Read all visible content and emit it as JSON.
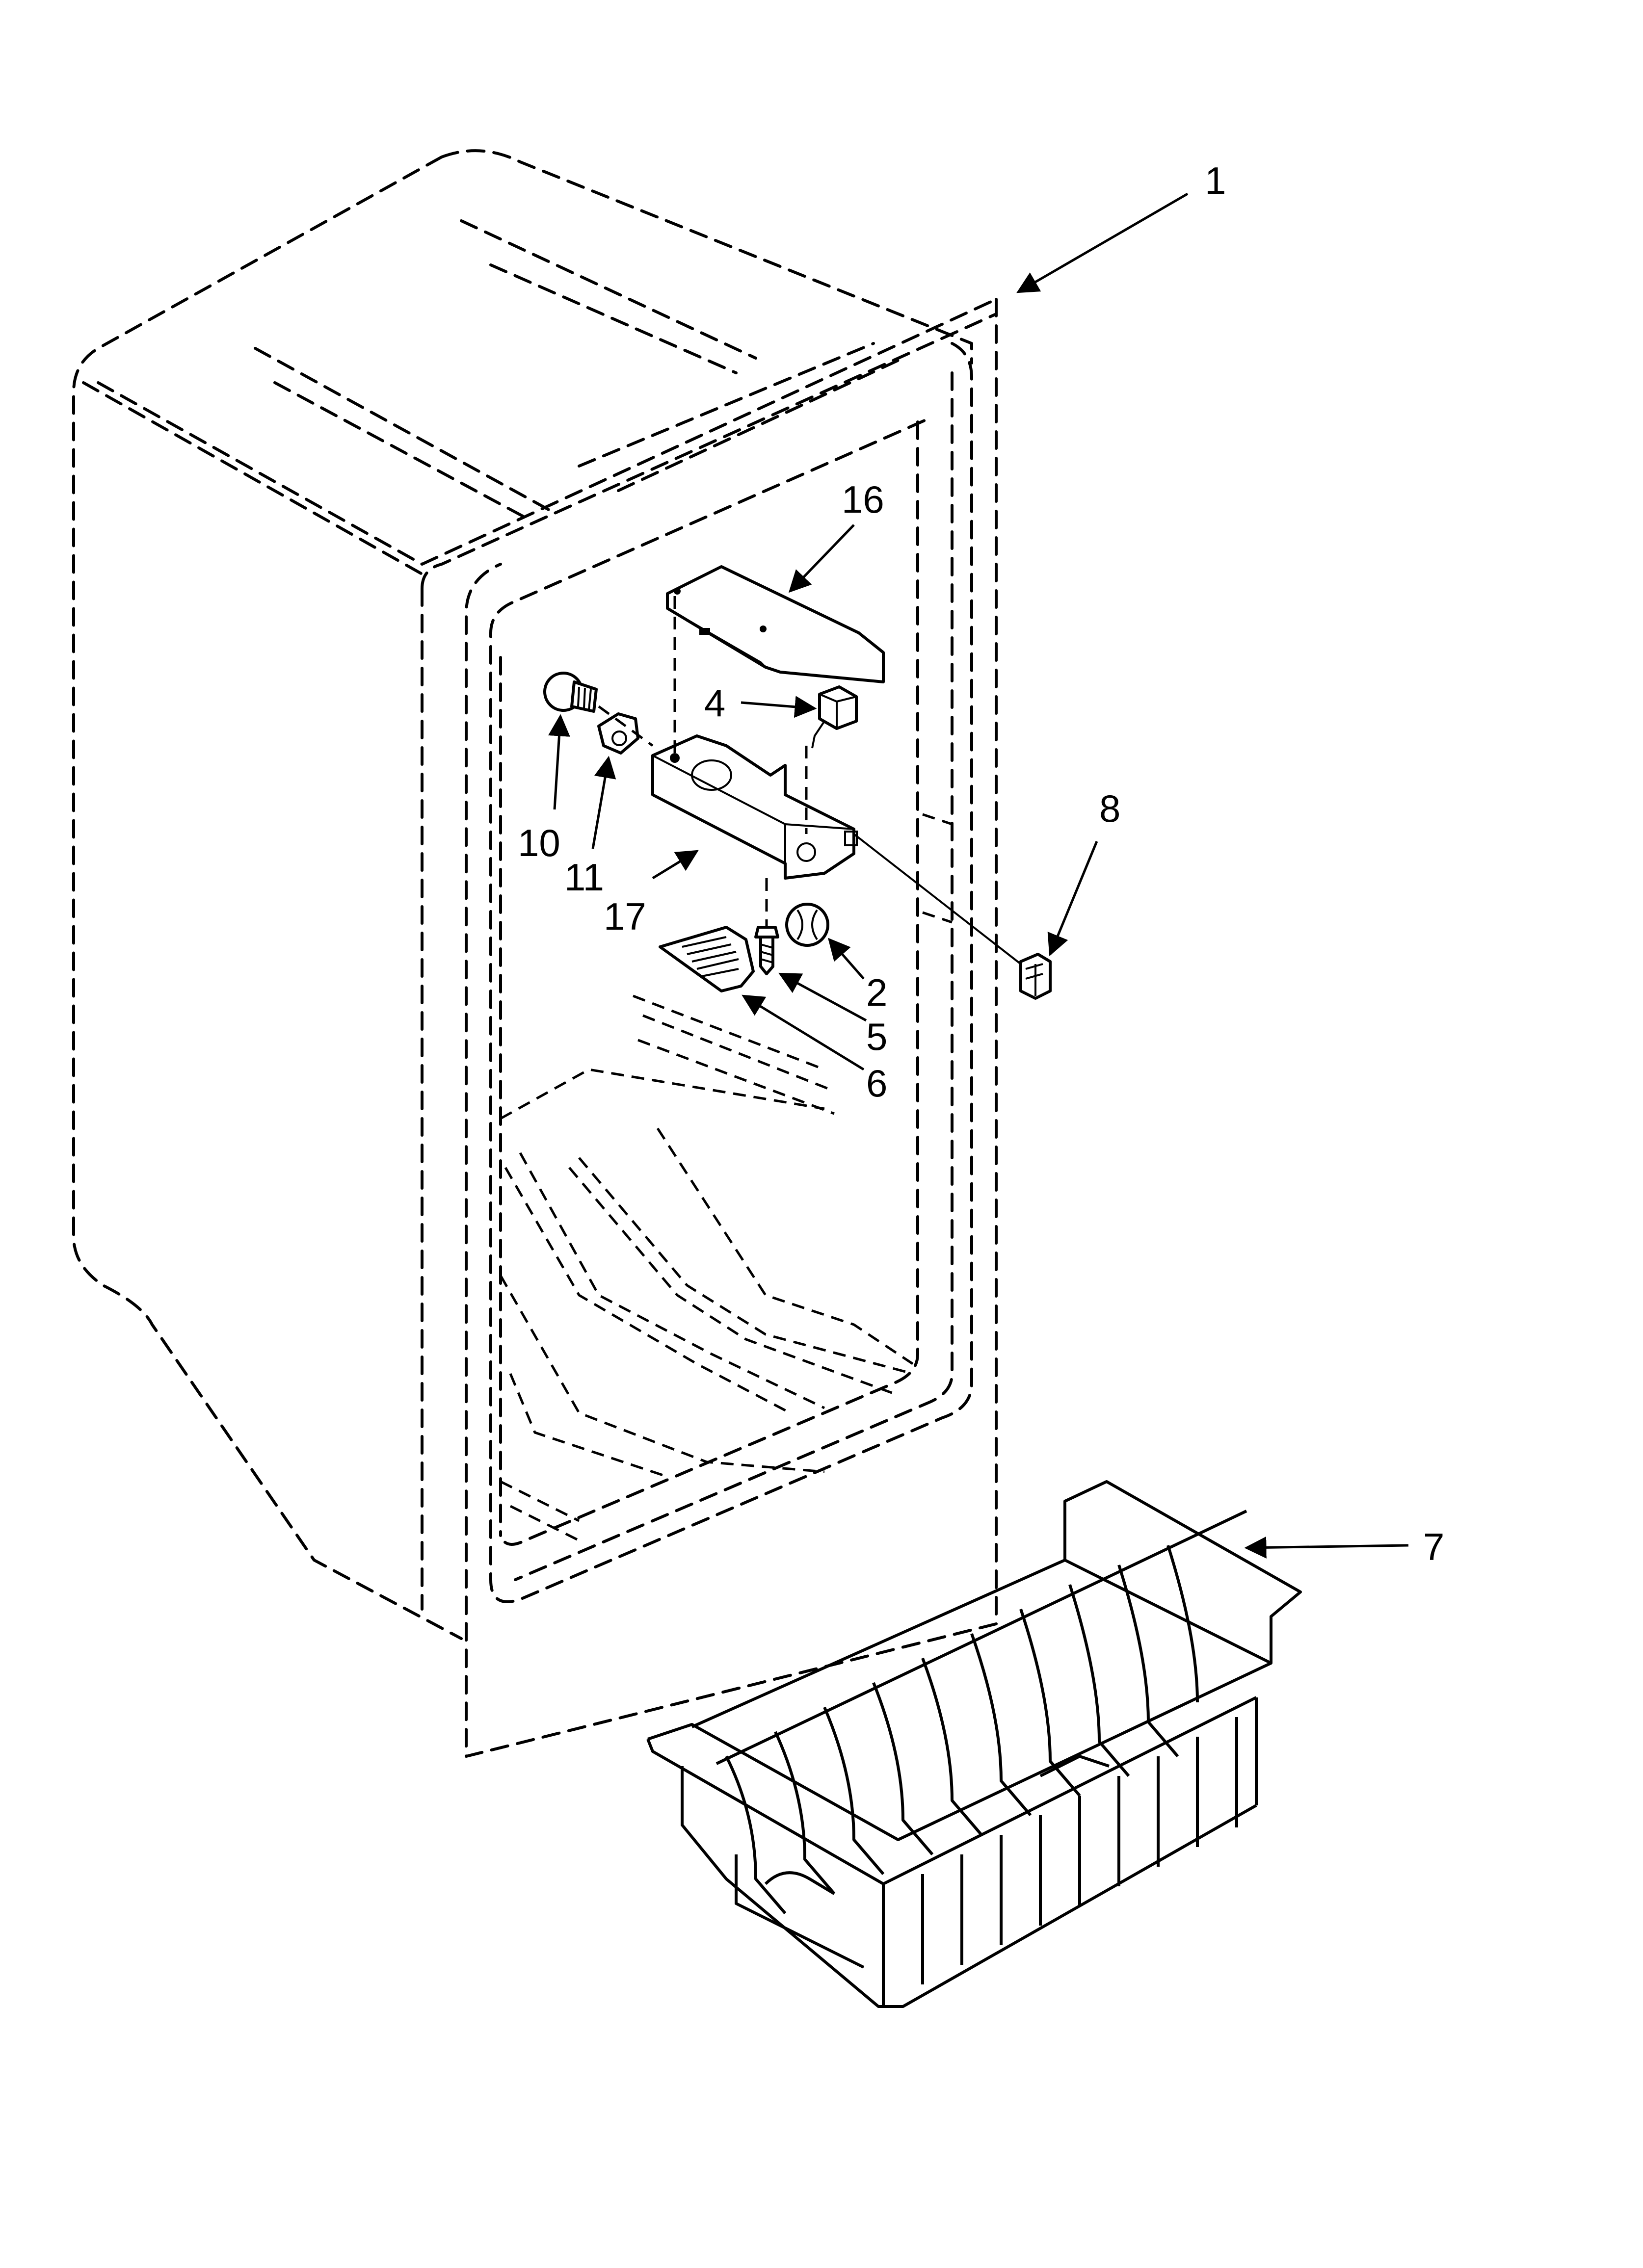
{
  "callouts": [
    {
      "id": "1",
      "text": "1"
    },
    {
      "id": "16",
      "text": "16"
    },
    {
      "id": "4",
      "text": "4"
    },
    {
      "id": "8",
      "text": "8"
    },
    {
      "id": "10",
      "text": "10"
    },
    {
      "id": "11",
      "text": "11"
    },
    {
      "id": "17",
      "text": "17"
    },
    {
      "id": "2",
      "text": "2"
    },
    {
      "id": "5",
      "text": "5"
    },
    {
      "id": "6",
      "text": "6"
    },
    {
      "id": "7",
      "text": "7"
    }
  ]
}
